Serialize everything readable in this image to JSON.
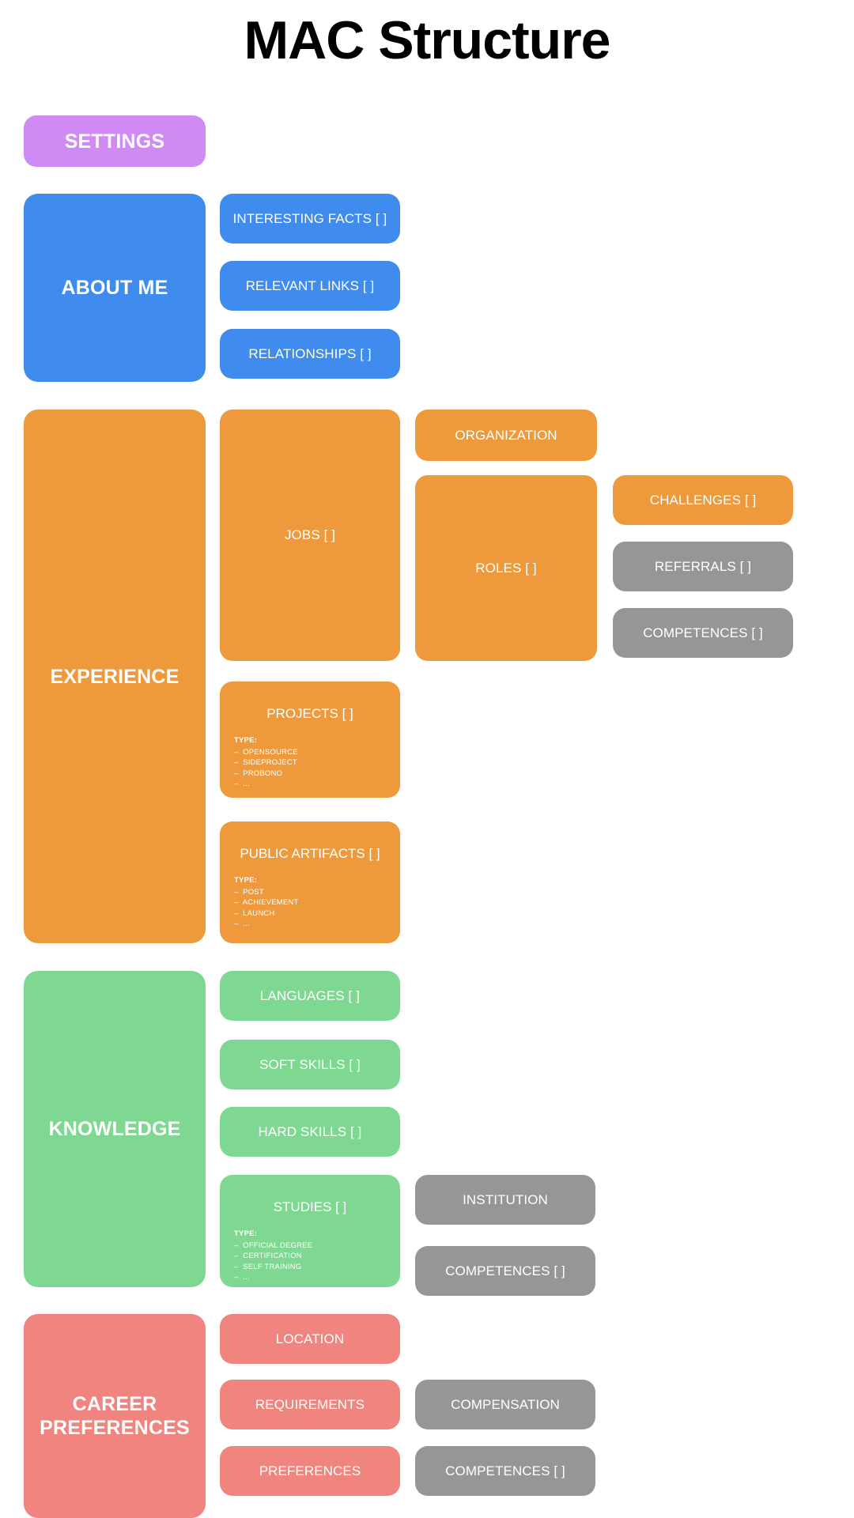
{
  "page": {
    "title": "MAC Structure",
    "background": "#ffffff"
  },
  "colors": {
    "purple": "#cf8af4",
    "blue": "#3f8bee",
    "orange": "#ee9a3c",
    "green": "#7fd891",
    "salmon": "#ef857e",
    "gray": "#969696",
    "text_on_card": "#ffffff",
    "title_text": "#000000"
  },
  "sections": {
    "settings": {
      "label": "SETTINGS"
    },
    "about_me": {
      "label": "ABOUT ME",
      "items": [
        {
          "label": "INTERESTING FACTS [ ]"
        },
        {
          "label": "RELEVANT LINKS [ ]"
        },
        {
          "label": "RELATIONSHIPS [ ]"
        }
      ]
    },
    "experience": {
      "label": "EXPERIENCE",
      "jobs": {
        "label": "JOBS [ ]"
      },
      "organization": {
        "label": "ORGANIZATION"
      },
      "roles": {
        "label": "ROLES [ ]"
      },
      "challenges": {
        "label": "CHALLENGES [ ]"
      },
      "referrals": {
        "label": "REFERRALS [ ]"
      },
      "competences": {
        "label": "COMPETENCES [ ]"
      },
      "projects": {
        "label": "PROJECTS [ ]",
        "type_title": "TYPE:",
        "types": [
          "–  OPENSOURCE",
          "–  SIDEPROJECT",
          "–  PROBONO",
          "–  ..."
        ]
      },
      "public_artifacts": {
        "label": "PUBLIC ARTIFACTS [ ]",
        "type_title": "TYPE:",
        "types": [
          "–  POST",
          "–  ACHIEVEMENT",
          "–  LAUNCH",
          "–  ..."
        ]
      }
    },
    "knowledge": {
      "label": "KNOWLEDGE",
      "languages": {
        "label": "LANGUAGES [ ]"
      },
      "soft_skills": {
        "label": "SOFT SKILLS [ ]"
      },
      "hard_skills": {
        "label": "HARD SKILLS [ ]"
      },
      "studies": {
        "label": "STUDIES [ ]",
        "type_title": "TYPE:",
        "types": [
          "–  OFFICIAL DEGREE",
          "–  CERTIFICATION",
          "–  SELF TRAINING",
          "–  ..."
        ]
      },
      "institution": {
        "label": "INSTITUTION"
      },
      "competences": {
        "label": "COMPETENCES [ ]"
      }
    },
    "career_preferences": {
      "label": "CAREER\nPREFERENCES",
      "label_line1": "CAREER",
      "label_line2": "PREFERENCES",
      "location": {
        "label": "LOCATION"
      },
      "requirements": {
        "label": "REQUIREMENTS"
      },
      "preferences": {
        "label": "PREFERENCES"
      },
      "compensation": {
        "label": "COMPENSATION"
      },
      "competences": {
        "label": "COMPETENCES [ ]"
      }
    }
  }
}
